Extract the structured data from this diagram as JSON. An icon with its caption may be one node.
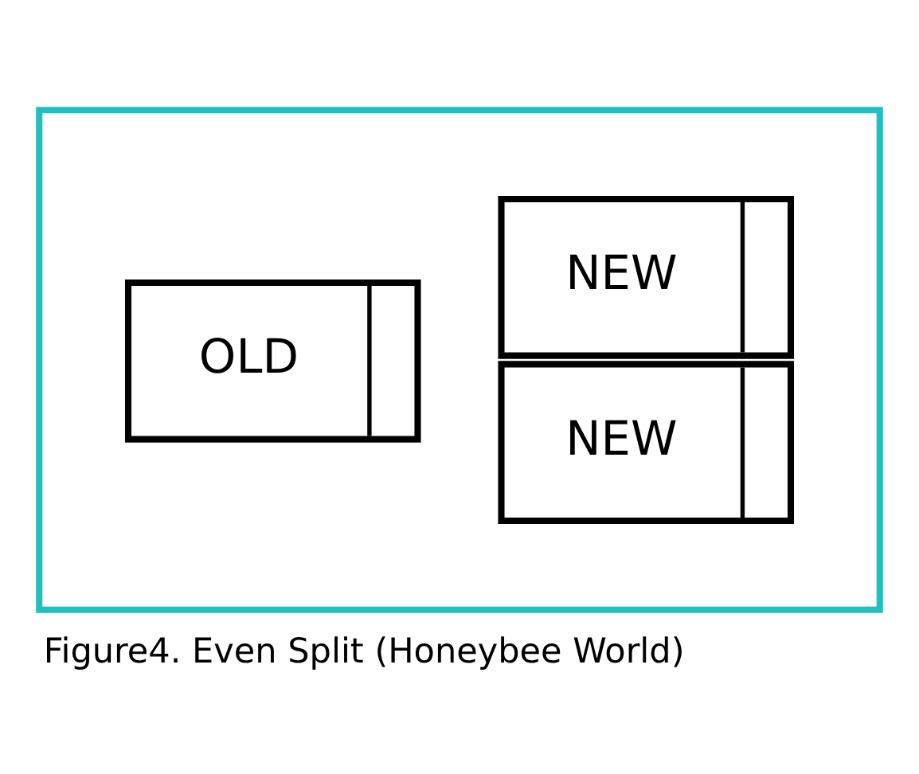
{
  "diagram": {
    "caption": "Figure4. Even Split (Honeybee World)",
    "nodes": [
      {
        "text": [],
        "shape": "box"
      },
      {
        "text": [
          "OLD"
        ],
        "in": 0
      },
      {
        "text": [
          "NEW"
        ],
        "in": 0
      },
      {
        "text": [
          "NEW"
        ],
        "in": 0
      }
    ],
    "edges": []
  }
}
